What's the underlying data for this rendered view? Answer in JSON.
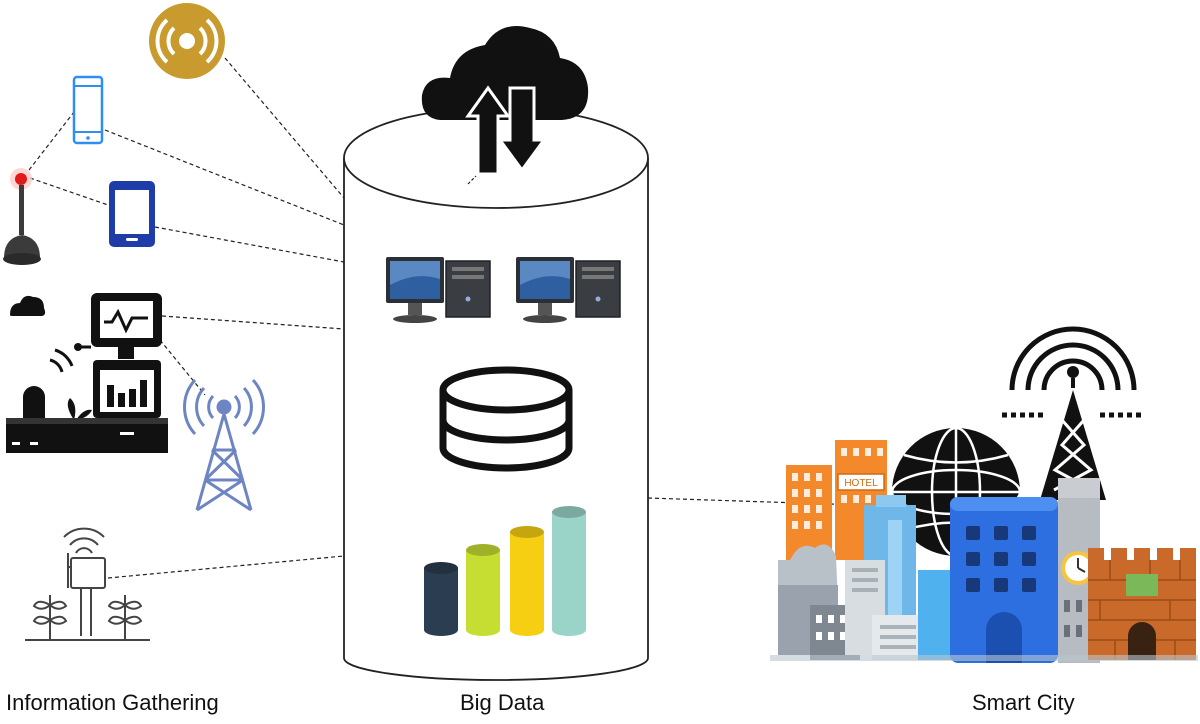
{
  "captions": {
    "information_gathering": "Information Gathering",
    "big_data": "Big Data",
    "smart_city": "Smart City"
  },
  "signs": {
    "hotel": "HOTEL"
  },
  "icons": {
    "sources": [
      "rfid-icon",
      "smartphone-icon",
      "sensor-beacon-icon",
      "tablet-icon",
      "smart-farm-monitor-icon",
      "radio-tower-icon",
      "soil-sensor-icon"
    ],
    "big_data": [
      "cloud-sync-icon",
      "computer-icon",
      "computer-icon",
      "database-icon",
      "bar-chart-icon"
    ],
    "city": [
      "broadcast-tower-icon",
      "city-skyline-icon"
    ]
  },
  "colors": {
    "rfid": "#c99a2e",
    "phone": "#2d8ff0",
    "tablet": "#1e3da8",
    "tower": "#6e85c4",
    "bar_1": "#2b3d50",
    "bar_2": "#c6dd32",
    "bar_3": "#f6cf12",
    "bar_4": "#9ad3c8",
    "city_blue": "#2d6fe0",
    "city_orange": "#f3892a",
    "castle": "#c96a2b"
  }
}
